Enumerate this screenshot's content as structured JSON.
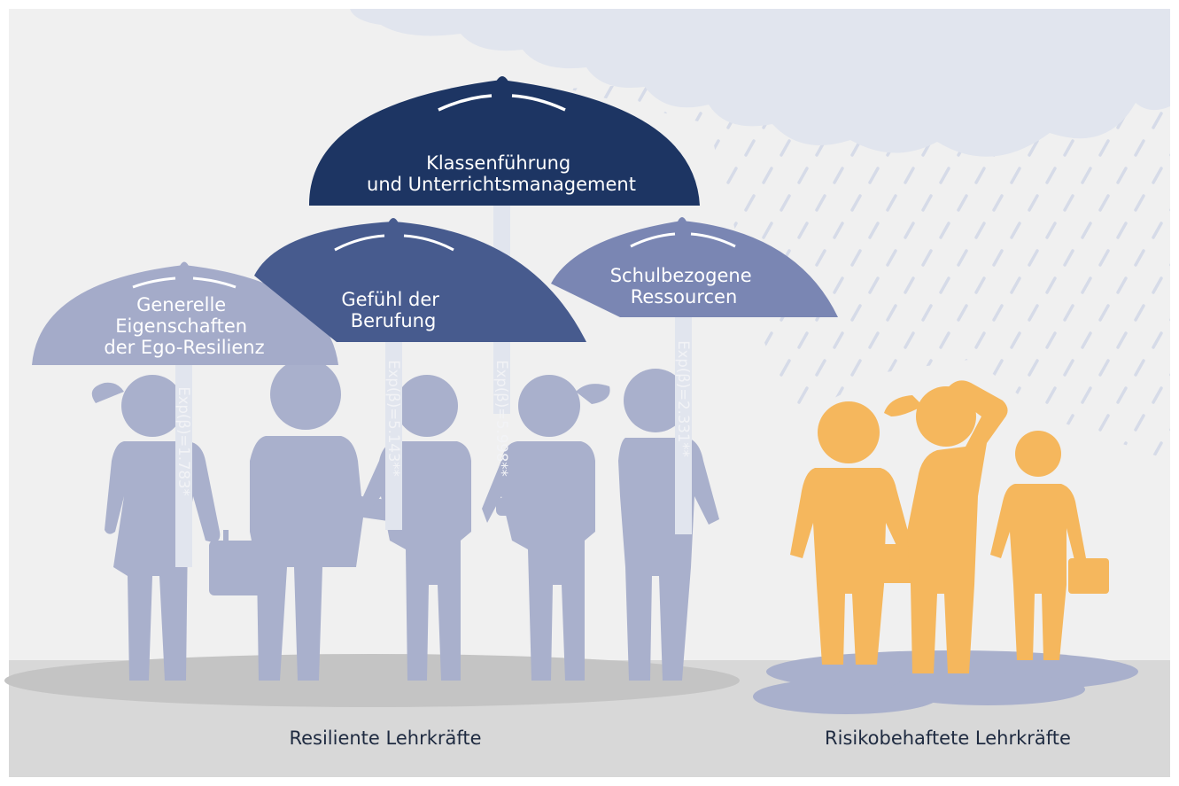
{
  "colors": {
    "background": "#f0f0f0",
    "ground": "#d8d8d8",
    "cloud": "#e1e5ee",
    "rain": "#d6dbe8",
    "resilient_figures": "#a9b0cc",
    "risk_figures": "#f5b75d",
    "puddle": "#a9b0cc",
    "umbrella_dark": "#1d3563",
    "umbrella_medium": "#475b8e",
    "umbrella_light": "#7a86b3",
    "umbrella_pale": "#a4abc9",
    "handle": "#e1e5ee"
  },
  "umbrellas": [
    {
      "id": "ego-resilience",
      "lines": [
        "Generelle",
        "Eigenschaften",
        "der Ego-Resilienz"
      ],
      "coefficient": "Exp(β)=1.783*"
    },
    {
      "id": "calling",
      "lines": [
        "Gefühl der",
        "Berufung"
      ],
      "coefficient": "Exp(β)=5.143**"
    },
    {
      "id": "classroom-management",
      "lines": [
        "Klassenführung",
        "und Unterrichtsmanagement"
      ],
      "coefficient": "Exp(β)=5.998**"
    },
    {
      "id": "school-resources",
      "lines": [
        "Schulbezogene",
        "Ressourcen"
      ],
      "coefficient": "Exp(β)=2.331**"
    }
  ],
  "groups": {
    "resilient_label": "Resiliente Lehrkräfte",
    "risk_label": "Risikobehaftete Lehrkräfte"
  }
}
